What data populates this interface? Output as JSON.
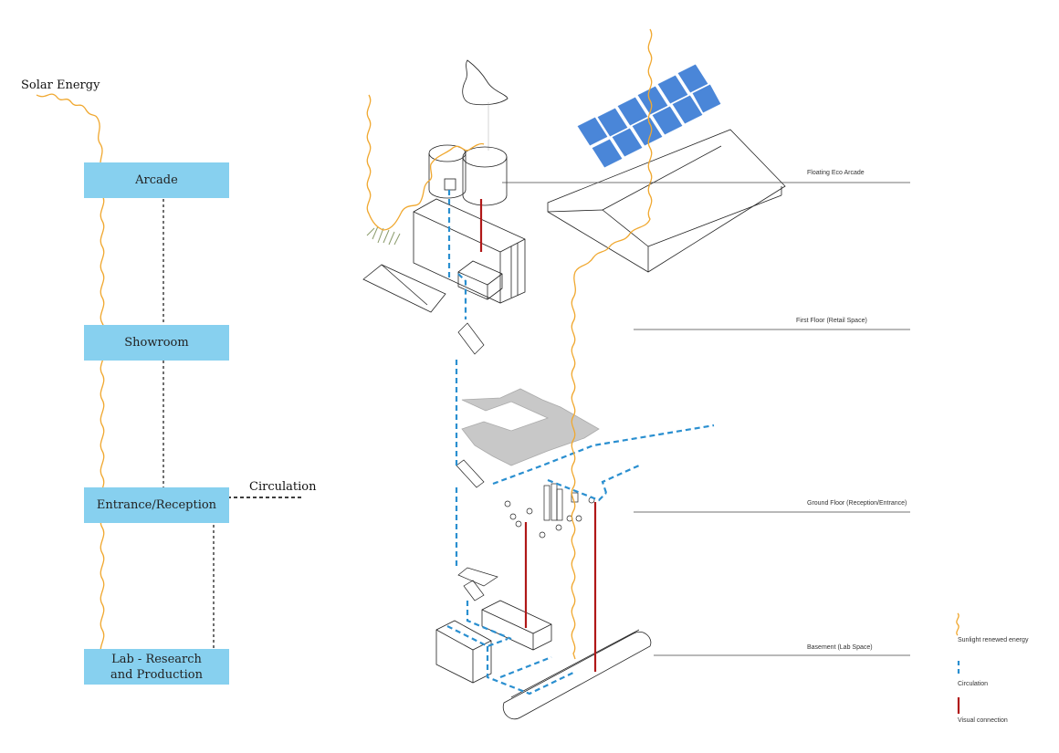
{
  "left_diagram": {
    "solar_label": "Solar Energy",
    "circulation_label": "Circulation",
    "boxes": [
      {
        "id": "arcade",
        "label": "Arcade"
      },
      {
        "id": "showroom",
        "label": "Showroom"
      },
      {
        "id": "entrance",
        "label": "Entrance/Reception"
      },
      {
        "id": "lab",
        "label": "Lab - Research and Production"
      }
    ]
  },
  "floor_labels": [
    "Floating Eco Arcade",
    "First Floor (Retail Space)",
    "Ground Floor (Reception/Entrance)",
    "Basement (Lab Space)"
  ],
  "legend": {
    "items": [
      {
        "label": "Sunlight renewed energy",
        "color": "#f0a830"
      },
      {
        "label": "Circulation",
        "color": "#2a8fd0"
      },
      {
        "label": "Visual connection",
        "color": "#b01818"
      }
    ]
  },
  "colors": {
    "box_fill": "#87d0ef",
    "sun": "#f0a830",
    "circulation": "#2a8fd0",
    "visual": "#b01818"
  }
}
